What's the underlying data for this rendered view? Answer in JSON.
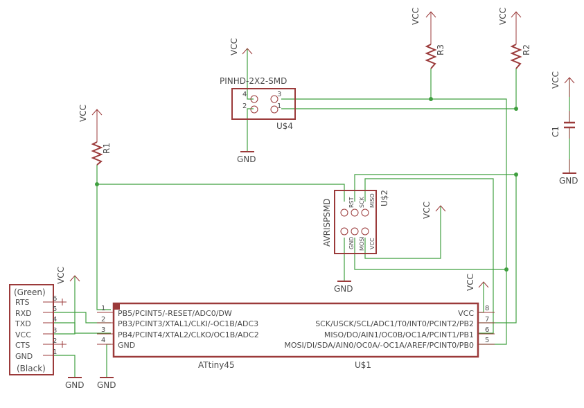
{
  "power": {
    "vcc": "VCC",
    "gnd": "GND"
  },
  "u1": {
    "name": "ATtiny45",
    "ref": "U$1",
    "left_pins": [
      {
        "num": "1",
        "label": "PB5/PCINT5/-RESET/ADC0/DW"
      },
      {
        "num": "2",
        "label": "PB3/PCINT3/XTAL1/CLKI/-OC1B/ADC3"
      },
      {
        "num": "3",
        "label": "PB4/PCINT4/XTAL2/CLKO/OC1B/ADC2"
      },
      {
        "num": "4",
        "label": "GND"
      }
    ],
    "right_pins": [
      {
        "num": "8",
        "label": "VCC"
      },
      {
        "num": "7",
        "label": "SCK/USCK/SCL/ADC1/T0/INT0/PCINT2/PB2"
      },
      {
        "num": "6",
        "label": "MISO/DO/AIN1/OC0B/OC1A/PCINT1/PB1"
      },
      {
        "num": "5",
        "label": "MOSI/DI/SDA/AIN0/OC0A/-OC1A/AREF/PCINT0/PB0"
      }
    ]
  },
  "u2": {
    "name": "AVRISPSMD",
    "ref": "U$2",
    "top_pins": [
      "RST",
      "SCK",
      "MISO"
    ],
    "bottom_pins": [
      "GND",
      "MOSI",
      "VCC"
    ]
  },
  "u4": {
    "name": "PINHD-2X2-SMD",
    "ref": "U$4",
    "pins": [
      "4",
      "3",
      "2",
      "1"
    ]
  },
  "resistors": [
    {
      "ref": "R1"
    },
    {
      "ref": "R2"
    },
    {
      "ref": "R3"
    }
  ],
  "capacitor": {
    "ref": "C1"
  },
  "ftdi": {
    "top_note": "(Green)",
    "bottom_note": "(Black)",
    "pins": [
      {
        "num": "6",
        "label": "RTS"
      },
      {
        "num": "5",
        "label": "RXD"
      },
      {
        "num": "4",
        "label": "TXD"
      },
      {
        "num": "3",
        "label": "VCC"
      },
      {
        "num": "2",
        "label": "CTS"
      },
      {
        "num": "1",
        "label": "GND"
      }
    ]
  }
}
